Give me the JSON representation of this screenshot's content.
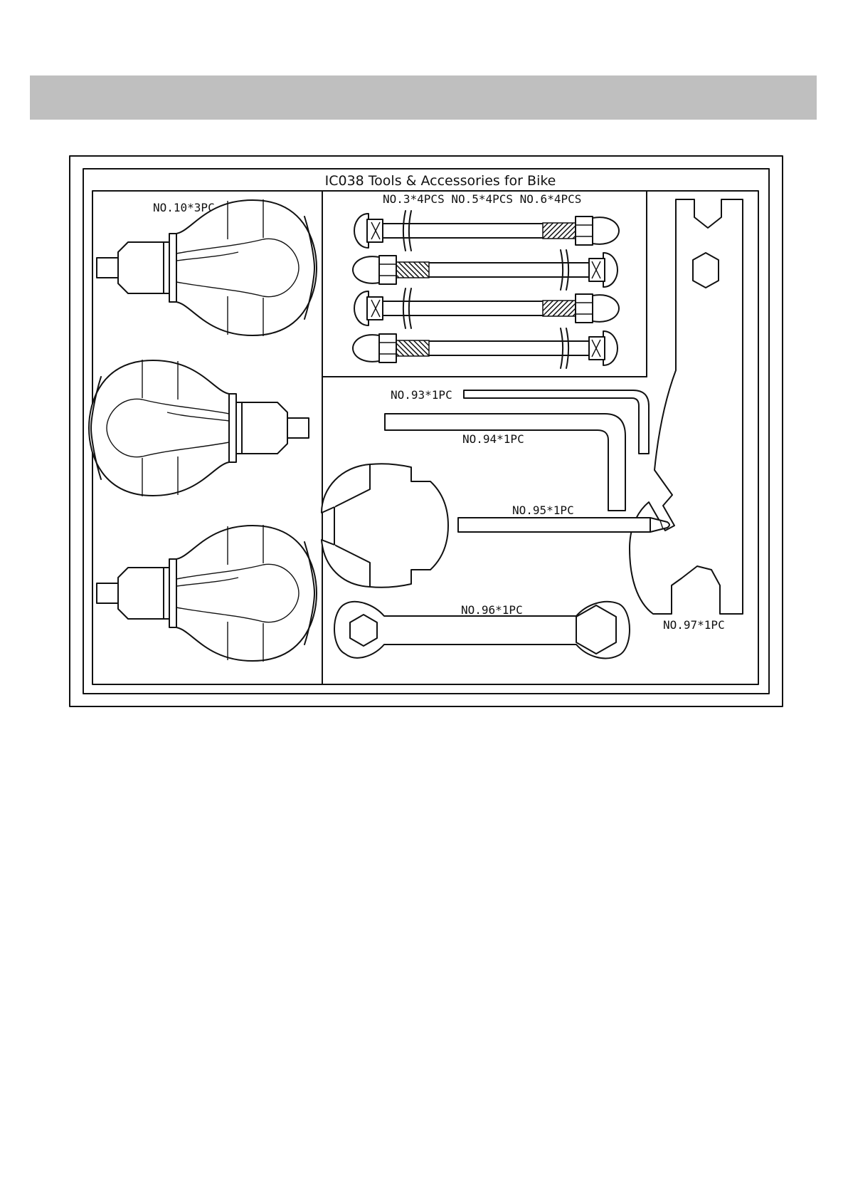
{
  "header_bar": {
    "color": "#bfbfbf"
  },
  "diagram": {
    "title": "IC038 Tools & Accessories for Bike",
    "labels": {
      "grips": "NO.10*3PC",
      "bolts": "NO.3*4PCS NO.5*4PCS NO.6*4PCS",
      "hex_small": "NO.93*1PC",
      "hex_large": "NO.94*1PC",
      "screwdriver_wrench": "NO.95*1PC",
      "box_wrench": "NO.96*1PC",
      "spanner": "NO.97*1PC"
    }
  }
}
